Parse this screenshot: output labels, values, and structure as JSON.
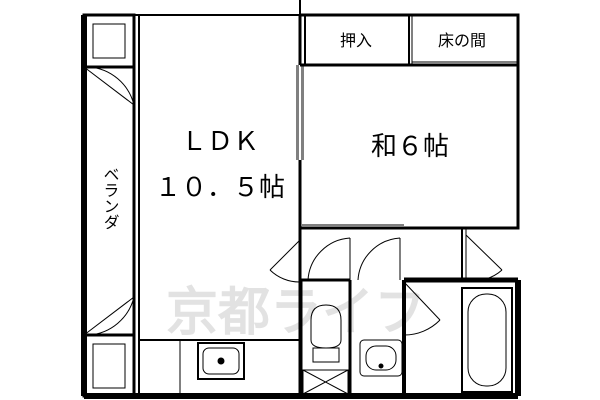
{
  "rooms": {
    "ldk_name": "ＬＤＫ",
    "ldk_size": "１０．５帖",
    "washitsu": "和６帖",
    "oshiire": "押入",
    "tokonoma": "床の間",
    "veranda": "ベランダ"
  },
  "watermark": "京都ライフ"
}
